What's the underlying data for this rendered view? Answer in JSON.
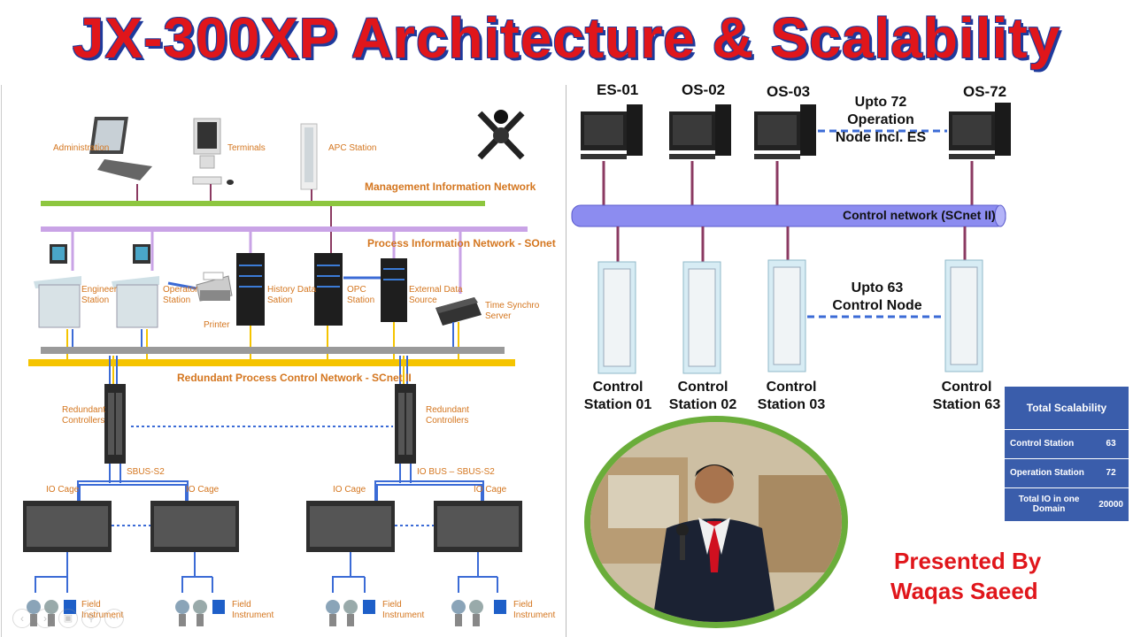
{
  "title": "JX-300XP Architecture & Scalability",
  "left_diagram": {
    "devices_top": {
      "administration": "Administration",
      "terminals": "Terminals",
      "apc_station": "APC Station"
    },
    "management_network": "Management Information Network",
    "process_network": "Process Information Network - SOnet",
    "stations": {
      "engineer": [
        "Engineer",
        "Station"
      ],
      "operator": [
        "Operator",
        "Station"
      ],
      "printer": "Printer",
      "history": [
        "History Data",
        "Sation"
      ],
      "opc": [
        "OPC",
        "Station"
      ],
      "external": [
        "External Data",
        "Source"
      ],
      "time_sync": [
        "Time Synchro",
        "Server"
      ]
    },
    "control_network": "Redundant Process Control Network - SCnet II",
    "redundant_controllers": [
      "Redundant",
      "Controllers"
    ],
    "sbus": "SBUS-S2",
    "io_bus": "IO BUS – SBUS-S2",
    "io_cage": "IO Cage",
    "field_instrument": [
      "Field",
      "Instrument"
    ]
  },
  "right_diagram": {
    "operation_nodes": [
      "ES-01",
      "OS-02",
      "OS-03",
      "OS-72"
    ],
    "operation_note": [
      "Upto 72 Operation",
      "Node Incl. ES"
    ],
    "control_network": "Control network (SCnet II)",
    "control_note": [
      "Upto 63",
      "Control Node"
    ],
    "control_stations": [
      [
        "Control",
        "Station 01"
      ],
      [
        "Control",
        "Station 02"
      ],
      [
        "Control",
        "Station 03"
      ],
      [
        "Control",
        "Station 63"
      ]
    ]
  },
  "scalability": {
    "header": "Total Scalability",
    "rows": [
      {
        "label": "Control Station",
        "value": "63"
      },
      {
        "label": "Operation Station",
        "value": "72"
      },
      {
        "label": "Total IO in one Domain",
        "value": "20000"
      }
    ]
  },
  "presenter": {
    "line1": "Presented By",
    "line2": "Waqas Saeed"
  },
  "colors": {
    "title_red": "#e0161b",
    "title_outline": "#1e3a9c",
    "mgmt_network": "#8dc63f",
    "process_network": "#c9a3e6",
    "control_network_left": "#f5c400",
    "right_network": "#8c8cf0",
    "table_bg": "#3a5dab",
    "photo_ring": "#6aad3a"
  }
}
